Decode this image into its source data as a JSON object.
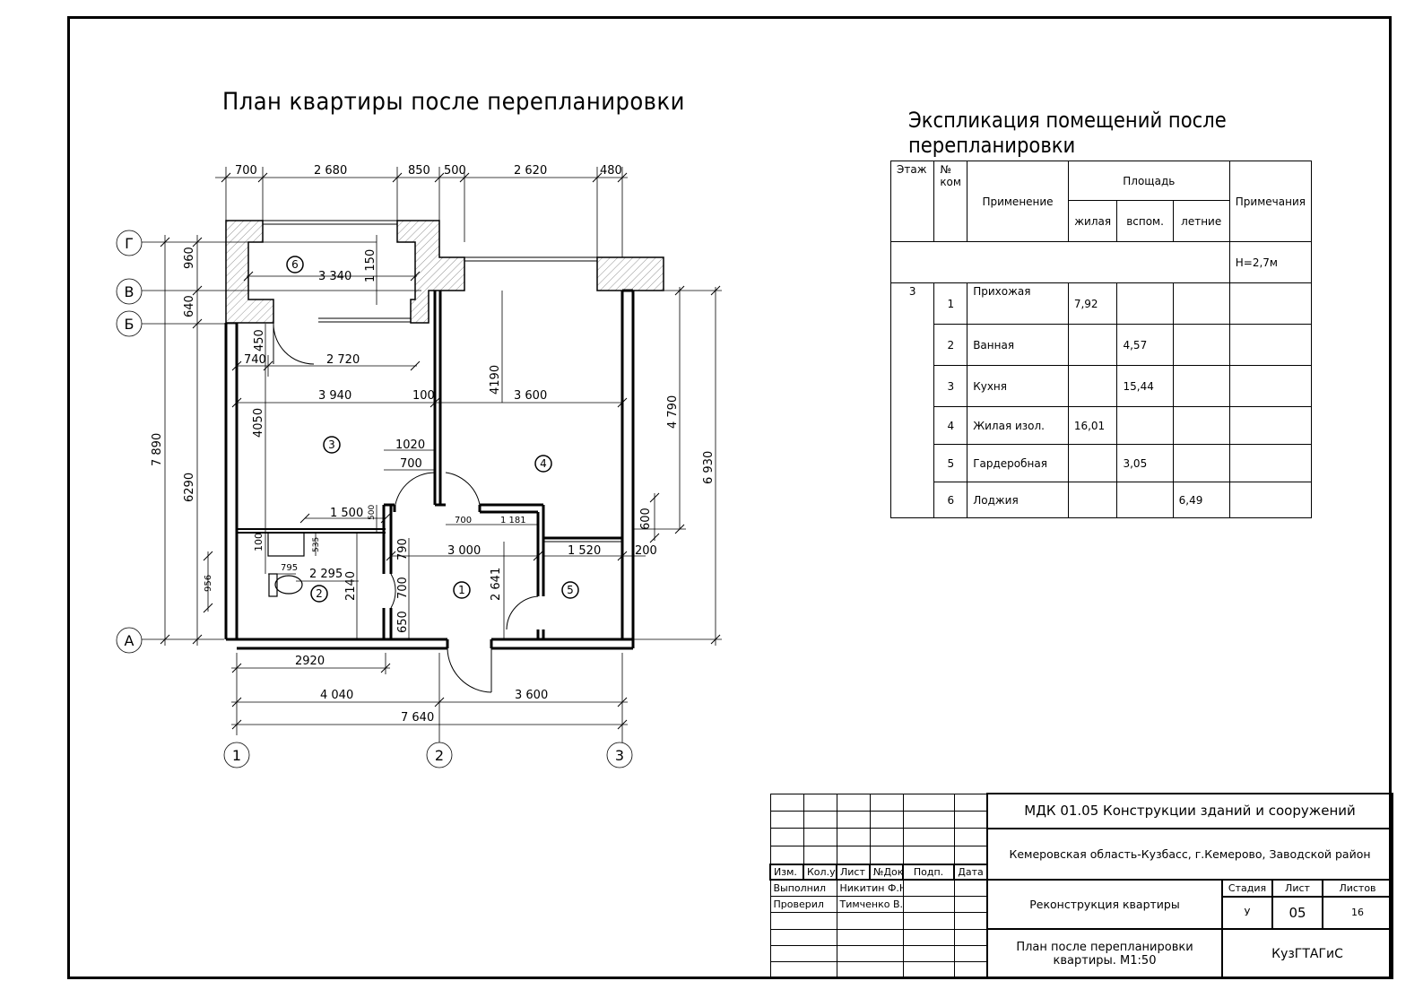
{
  "plan_title": "План квартиры после перепланировки",
  "explication_title": "Экспликация помещений после перепланировки",
  "axes": {
    "rows": [
      "Г",
      "В",
      "Б",
      "А"
    ],
    "cols": [
      "1",
      "2",
      "3"
    ]
  },
  "room_numbers": [
    "1",
    "2",
    "3",
    "4",
    "5",
    "6"
  ],
  "dims": {
    "top": [
      "700",
      "2 680",
      "850",
      "500",
      "2 620",
      "480"
    ],
    "bottom": [
      "2920",
      "4 040",
      "3 600",
      "7 640"
    ],
    "left": [
      "960",
      "640",
      "6290",
      "7 890",
      "956"
    ],
    "right": [
      "4 790",
      "6 930",
      "600"
    ],
    "inner": [
      "3 340",
      "1 150",
      "450",
      "740",
      "2 720",
      "3 940",
      "100",
      "3 600",
      "4190",
      "4050",
      "1020",
      "700",
      "1 500",
      "500",
      "700",
      "1 181",
      "3 000",
      "1 520",
      "200",
      "100",
      "535",
      "795",
      "2 295",
      "2140",
      "790",
      "700",
      "650",
      "2 641"
    ]
  },
  "explication": {
    "headers": {
      "floor": "Этаж",
      "room_no": "№ ком",
      "use": "Применение",
      "area": "Площадь",
      "living": "жилая",
      "aux": "вспом.",
      "summer": "летние",
      "notes": "Примечания"
    },
    "height_note": "H=2,7м",
    "floor_value": "3",
    "rows": [
      {
        "no": "1",
        "name": "Прихожая",
        "living": "7,92",
        "aux": "",
        "summer": ""
      },
      {
        "no": "2",
        "name": "Ванная",
        "living": "",
        "aux": "4,57",
        "summer": ""
      },
      {
        "no": "3",
        "name": "Кухня",
        "living": "",
        "aux": "15,44",
        "summer": ""
      },
      {
        "no": "4",
        "name": "Жилая изол.",
        "living": "16,01",
        "aux": "",
        "summer": ""
      },
      {
        "no": "5",
        "name": "Гардеробная",
        "living": "",
        "aux": "3,05",
        "summer": ""
      },
      {
        "no": "6",
        "name": "Лоджия",
        "living": "",
        "aux": "",
        "summer": "6,49"
      }
    ]
  },
  "stamp": {
    "course": "МДК 01.05 Конструкции зданий и сооружений",
    "location": "Кемеровская область-Кузбасс, г.Кемерово, Заводской район",
    "headers": [
      "Изм.",
      "Кол.уч.",
      "Лист",
      "№Док.",
      "Подп.",
      "Дата"
    ],
    "performed_label": "Выполнил",
    "performed_name": "Никитин Ф.Н.",
    "checked_label": "Проверил",
    "checked_name": "Тимченко В.Л.",
    "project": "Реконструкция квартиры",
    "stage_label": "Стадия",
    "sheet_label": "Лист",
    "sheets_label": "Листов",
    "stage": "У",
    "sheet": "05",
    "sheets": "16",
    "drawing_title": "План после перепланировки квартиры. М1:50",
    "org": "КузГТАГиС"
  }
}
